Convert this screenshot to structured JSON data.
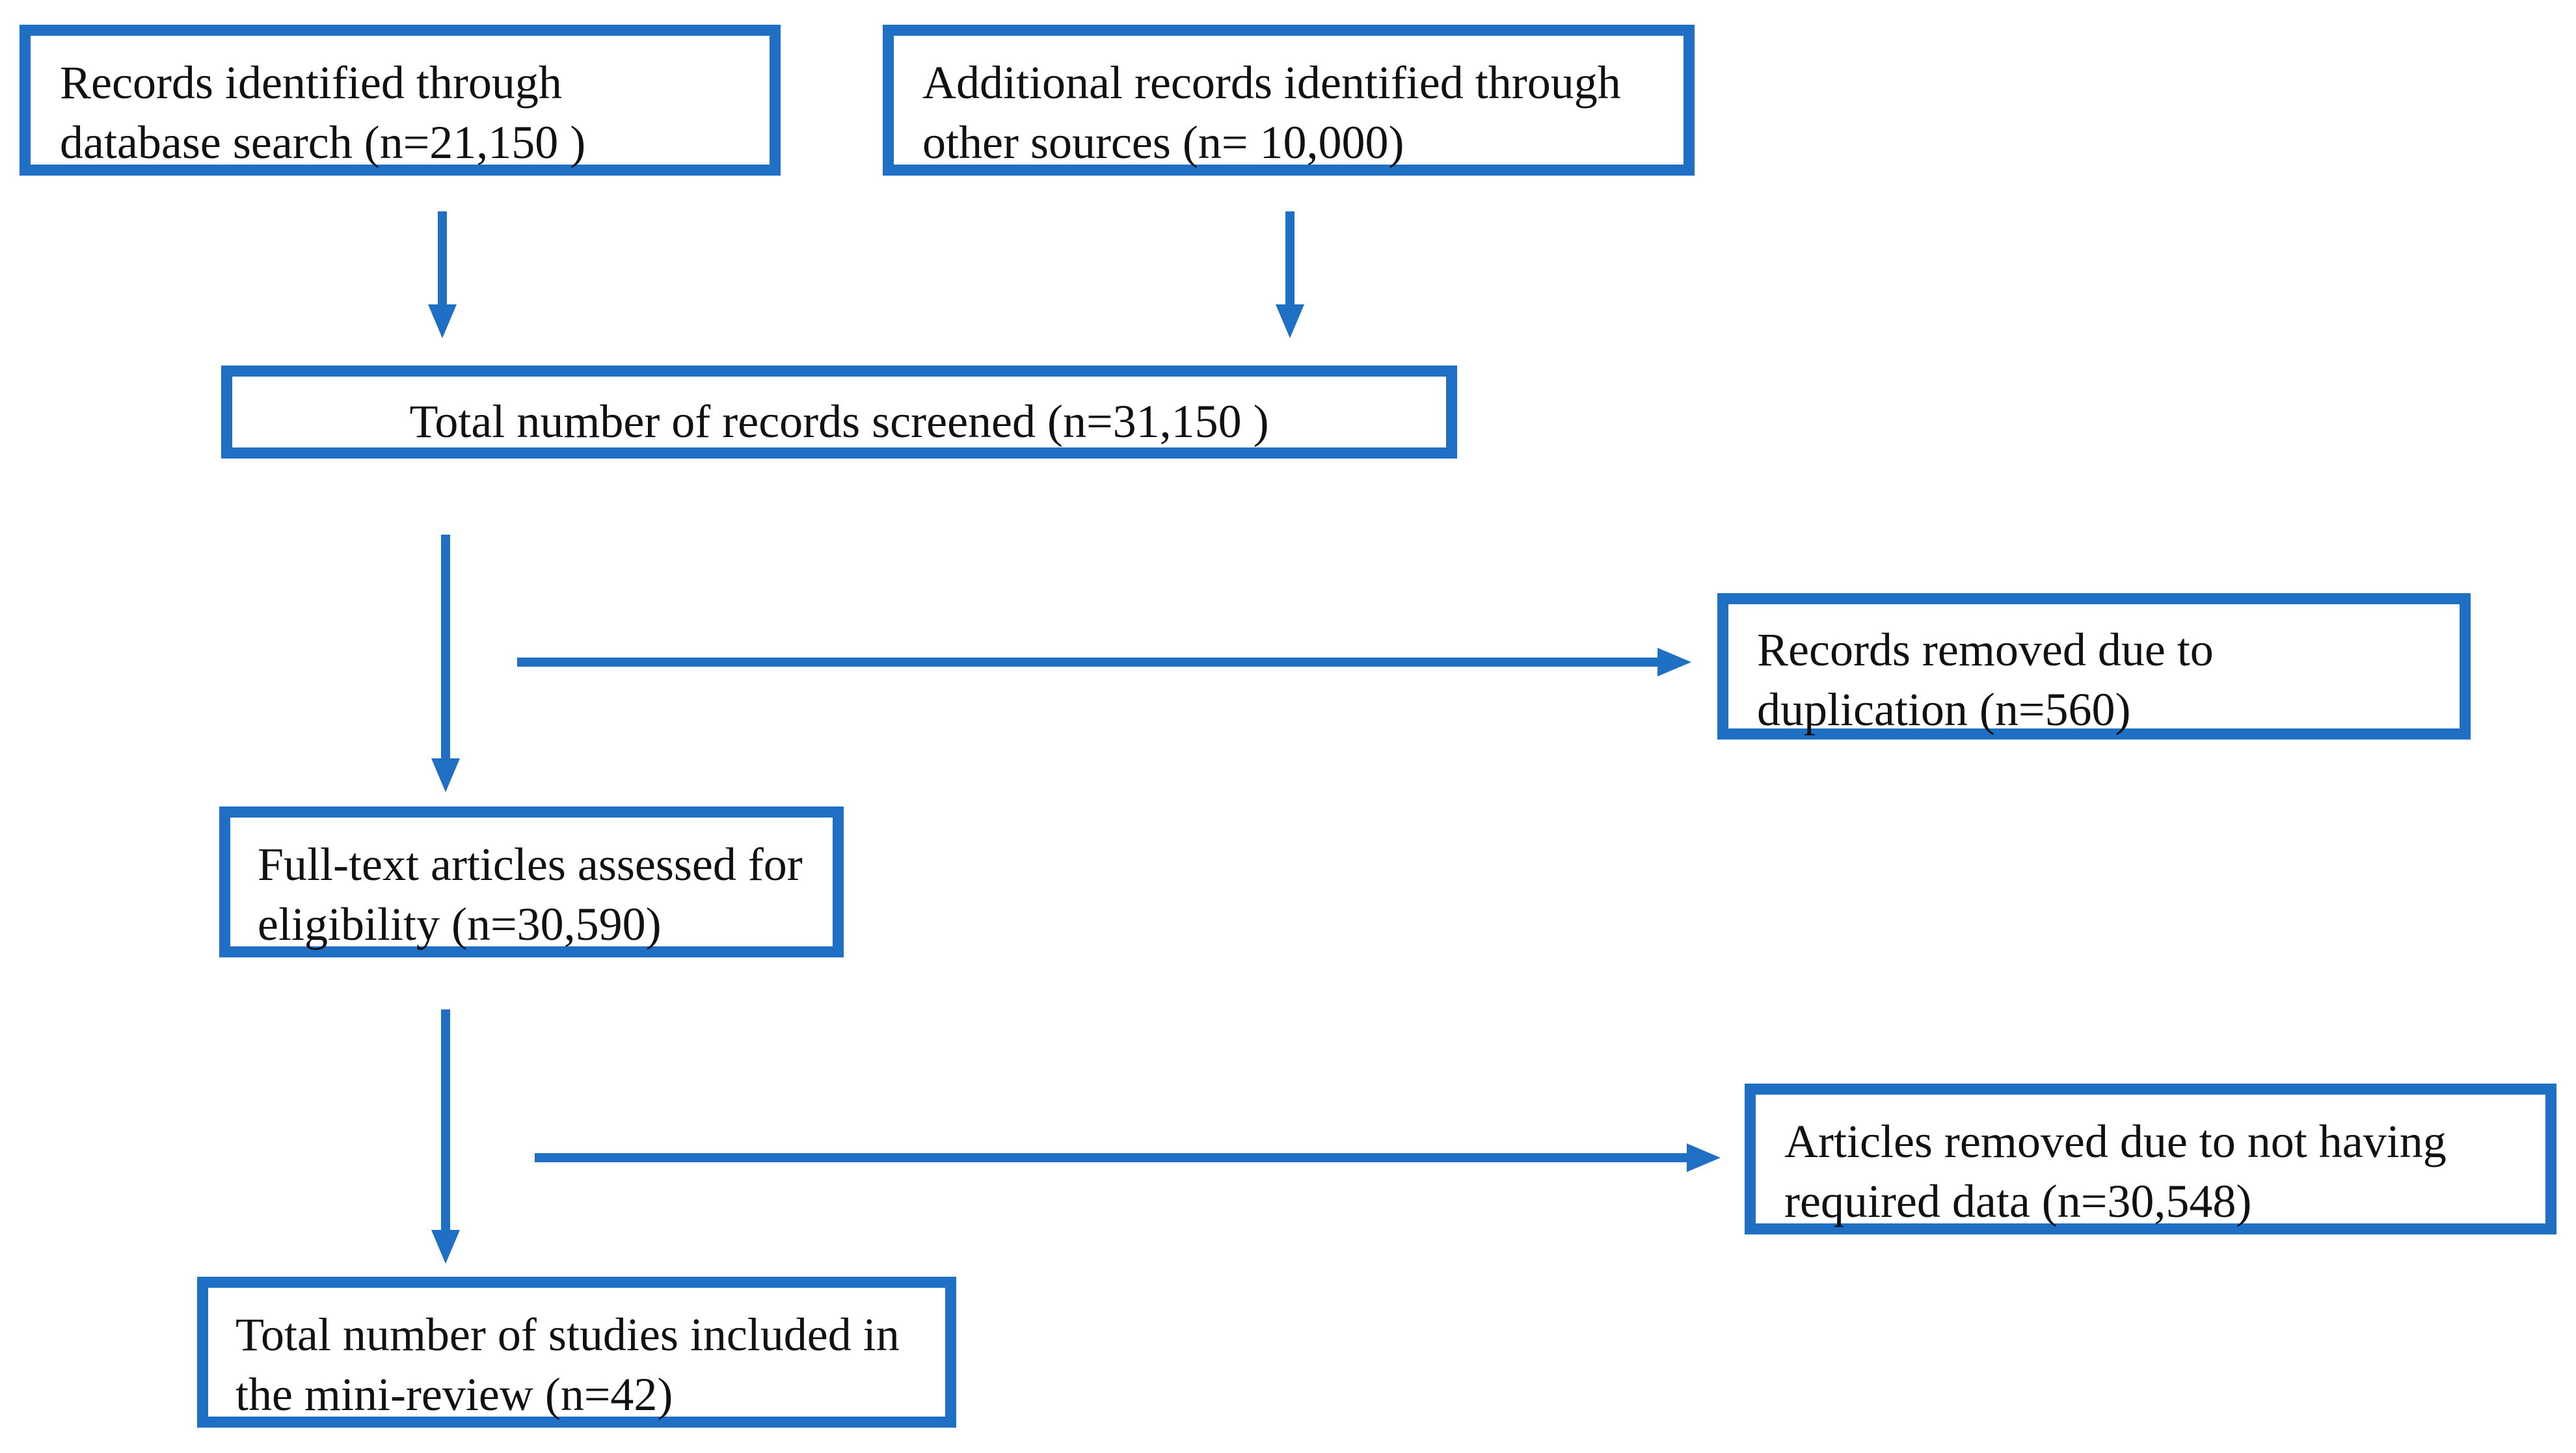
{
  "flow": {
    "database_search": {
      "line1": "Records identified through",
      "line2": "database search (n=21,150 )"
    },
    "other_sources": {
      "line1": "Additional records identified through",
      "line2": "other sources (n= 10,000)"
    },
    "screened": {
      "line1": "Total number of records screened (n=31,150 )"
    },
    "duplicates_removed": {
      "line1": "Records removed due to",
      "line2": "duplication (n=560)"
    },
    "full_text": {
      "line1": "Full-text articles assessed for",
      "line2": "eligibility  (n=30,590)"
    },
    "articles_removed": {
      "line1": "Articles removed due to not having",
      "line2": "required data (n=30,548)"
    },
    "included": {
      "line1": "Total number of studies included in",
      "line2": "the mini-review (n=42)"
    }
  },
  "colors": {
    "accent": "#1f6fc5",
    "text": "#111111"
  }
}
